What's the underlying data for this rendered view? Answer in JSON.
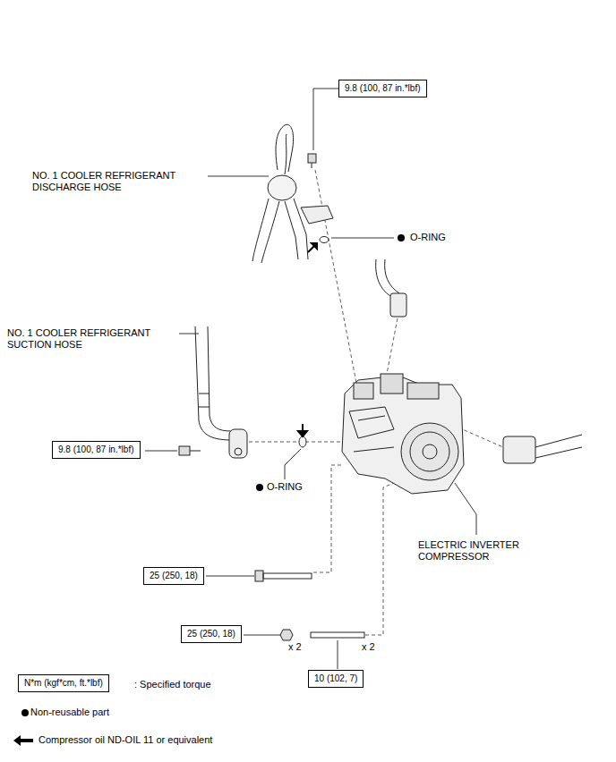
{
  "diagram": {
    "nodes": [
      {
        "text": [
          "9.8 (100, 87 in.*lbf)"
        ]
      },
      {
        "text": [
          "9.8 (100, 87 in.*lbf)"
        ]
      },
      {
        "text": [
          "25 (250, 18)"
        ]
      },
      {
        "text": [
          "25 (250, 18)"
        ]
      },
      {
        "text": [
          "10 (102, 7)"
        ]
      },
      {
        "text": [
          "N*m (kgf*cm, ft.*lbf)"
        ]
      }
    ],
    "labels": [
      "NO. 1 COOLER REFRIGERANT DISCHARGE HOSE",
      "O-RING",
      "NO. 1 COOLER REFRIGERANT SUCTION HOSE",
      "O-RING",
      "ELECTRIC INVERTER COMPRESSOR",
      "x 2",
      "x 2",
      ": Specified torque"
    ],
    "legend": [
      {
        "text": "Non-reusable part"
      },
      {
        "text": "Compressor oil ND-OIL 11 or equivalent"
      }
    ]
  }
}
